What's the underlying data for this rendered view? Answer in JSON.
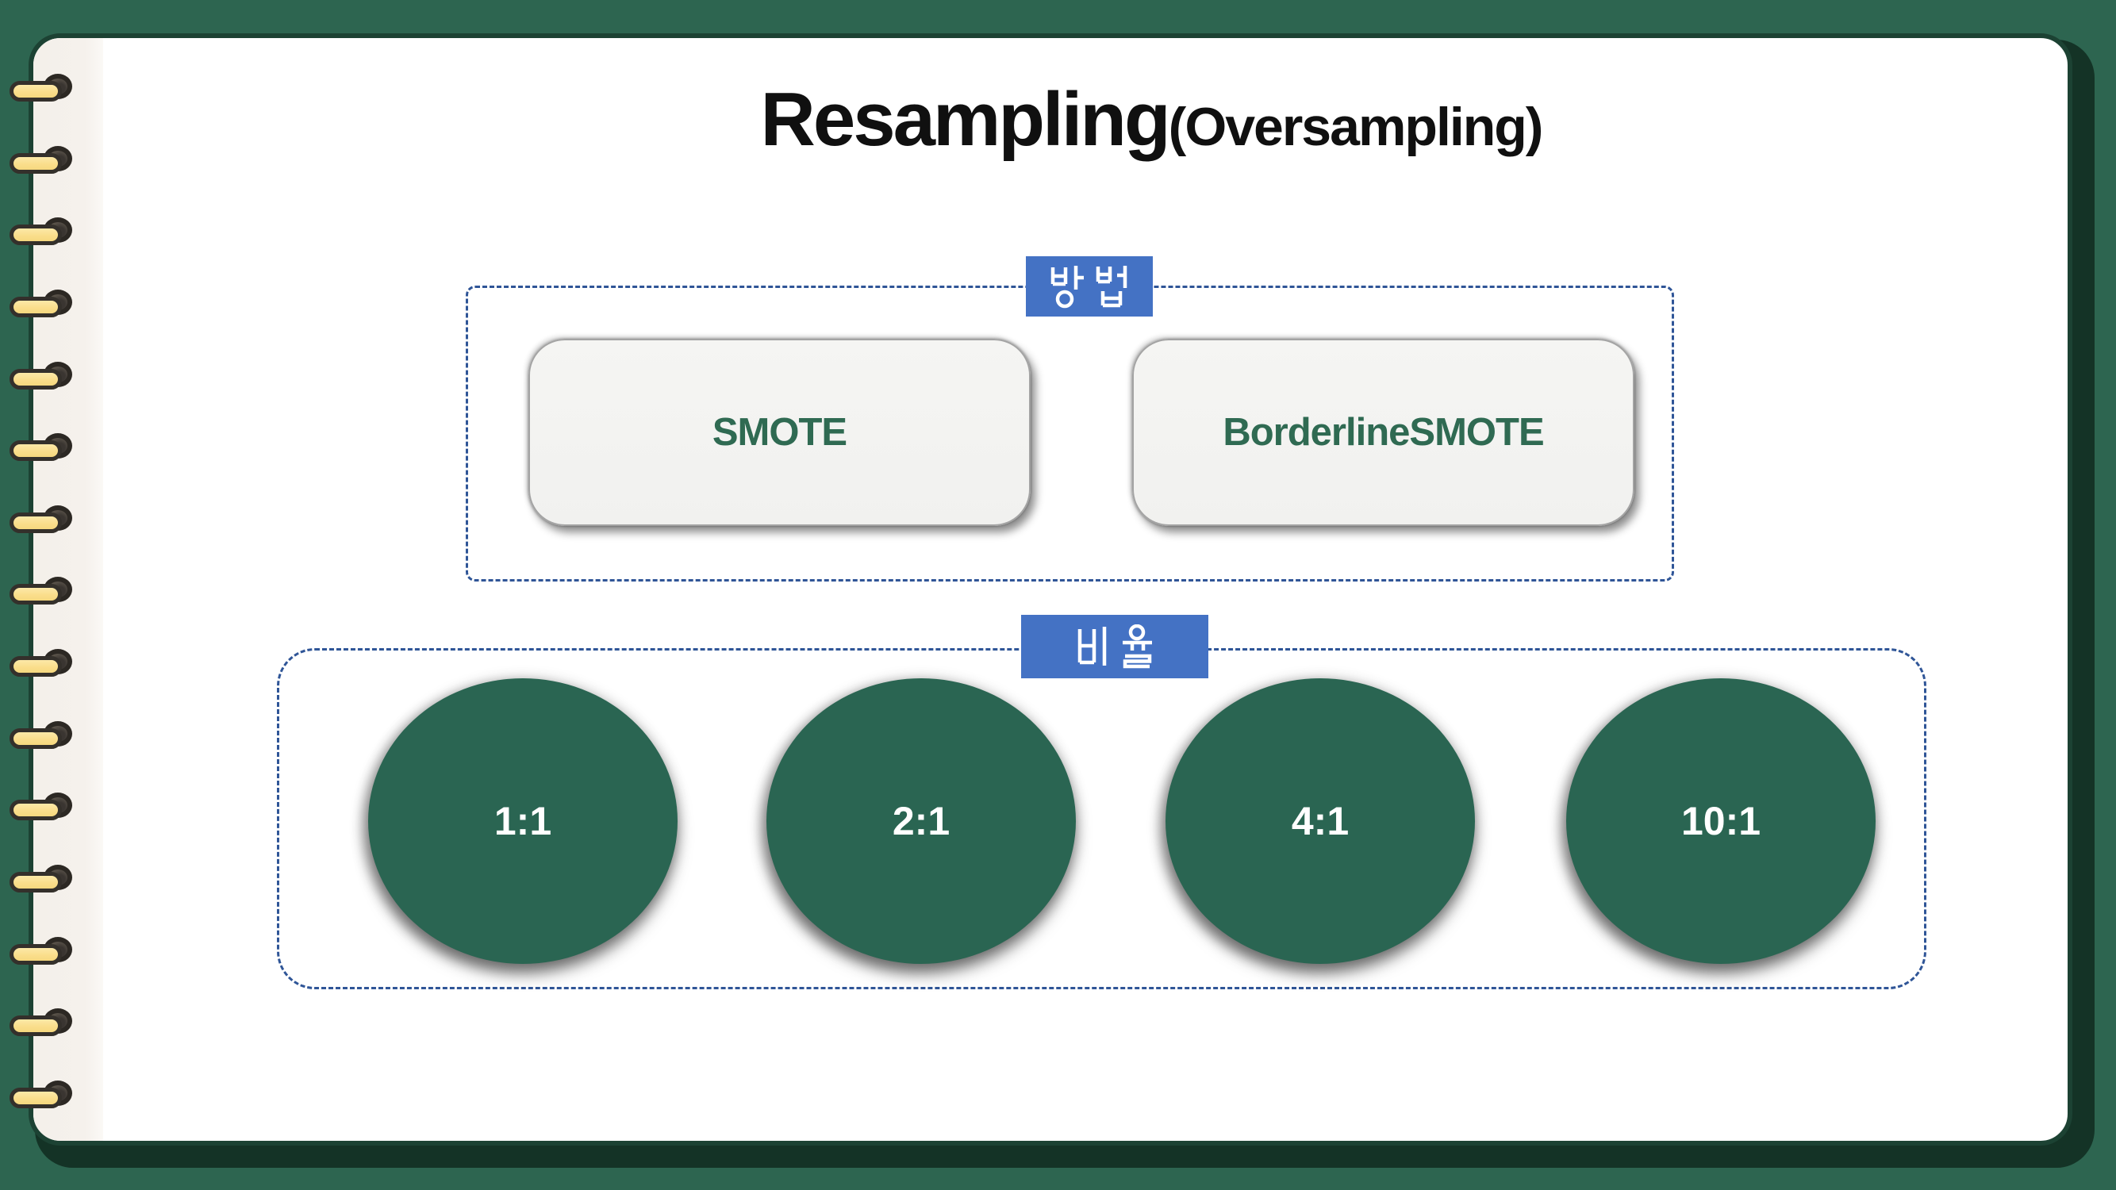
{
  "slide": {
    "title": {
      "main": "Resampling",
      "sub": "(Oversampling)"
    },
    "groups": [
      {
        "label": "방법",
        "items": [
          "SMOTE",
          "BorderlineSMOTE"
        ]
      },
      {
        "label": "비율",
        "items": [
          "1:1",
          "2:1",
          "4:1",
          "10:1"
        ]
      }
    ]
  },
  "colors": {
    "cover_green": "#2D6550",
    "cover_outline": "#1C4233",
    "circle_green": "#2A6552",
    "box_text_green": "#2F6A52",
    "badge_blue": "#4472C4",
    "dash_blue": "#2F5597",
    "spine_cream": "#F5F1EC",
    "ring_yellow": "#FADE8C",
    "title_black": "#101010"
  }
}
